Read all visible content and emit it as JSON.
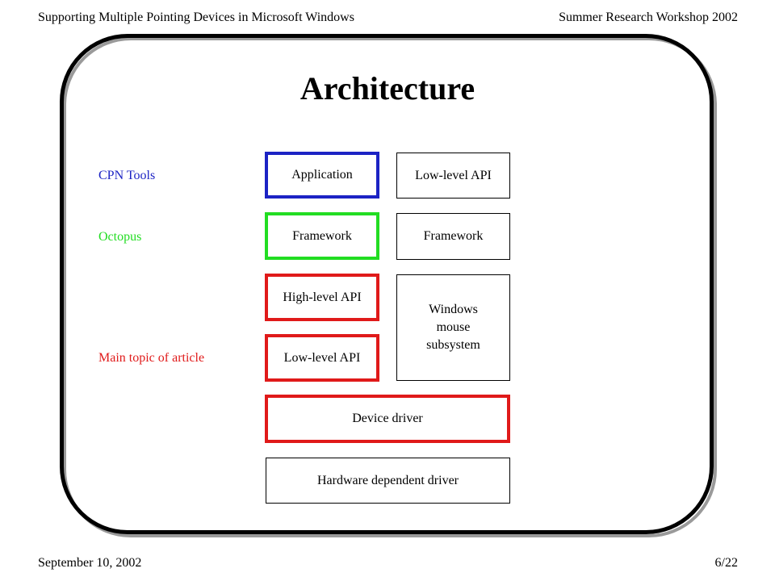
{
  "header": {
    "left": "Supporting Multiple Pointing Devices in Microsoft Windows",
    "right": "Summer Research Workshop 2002"
  },
  "footer": {
    "date": "September 10, 2002",
    "page": "6/22"
  },
  "slide": {
    "title": "Architecture"
  },
  "labels": {
    "cpn_tools": "CPN Tools",
    "octopus": "Octopus",
    "main_topic": "Main topic of article"
  },
  "boxes": {
    "application": "Application",
    "low_level_api_right": "Low-level API",
    "framework_left": "Framework",
    "framework_right": "Framework",
    "high_level_api": "High-level API",
    "windows_mouse_line1": "Windows",
    "windows_mouse_line2": "mouse",
    "windows_mouse_line3": "subsystem",
    "low_level_api_left": "Low-level API",
    "device_driver": "Device driver",
    "hardware_driver": "Hardware dependent driver"
  },
  "colors": {
    "cpn_tools": "#1c23c4",
    "octopus": "#22dd22",
    "main_topic": "#e01a1a"
  }
}
